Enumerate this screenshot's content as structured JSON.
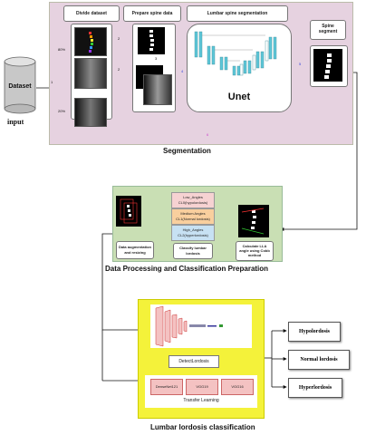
{
  "input": {
    "cylinder_label": "Dataset",
    "caption": "input"
  },
  "segmentation": {
    "title": "Segmentation",
    "divide_title": "Divide dataset",
    "prepare_title": "Prepare spine data",
    "lumbar_title": "Lumbar spine segmentation",
    "spine_segment_title": "Spine\nsegment",
    "unet_label": "Unet",
    "split_80": "80%",
    "split_20": "20%",
    "step_1": "1",
    "step_2": "2",
    "step_3": "3",
    "step_4": "4",
    "step_5": "5",
    "step_6": "6"
  },
  "processing": {
    "title": "Data Processing and Classification Preparation",
    "low_angles": "Low_Angles\nCL0(hypolordosis)",
    "medium_angles": "Medium Angles\nCL1(Normal lordosis)",
    "high_angles": "High_Angles\nCL2(hyperlordosis)",
    "aug_caption": "Data augmentation\nand resizing",
    "classify_caption": "Classify lumbar\nlordosis",
    "calc_caption": "Calculate LLA\nangle using Cobb\nmethod"
  },
  "classification": {
    "title": "Lumbar lordosis classification",
    "detect_label": "DetectLordosis",
    "model_1": "DenseNet121",
    "model_2": "VGG19",
    "model_3": "VGG16",
    "transfer_label": "Transfer Learning",
    "out_1": "Hypolordosis",
    "out_2": "Normal lordosis",
    "out_3": "Hyperlordosis"
  },
  "colors": {
    "segmentation_bg": "#e6d2e0",
    "processing_bg": "#c9dfb4",
    "classification_bg": "#f4f23a",
    "low_bg": "#f6d2d2",
    "medium_bg": "#f9cf9e",
    "high_bg": "#c7e1f3",
    "blue_arrow": "#3344dd",
    "magenta_arrow": "#cc44cc"
  }
}
